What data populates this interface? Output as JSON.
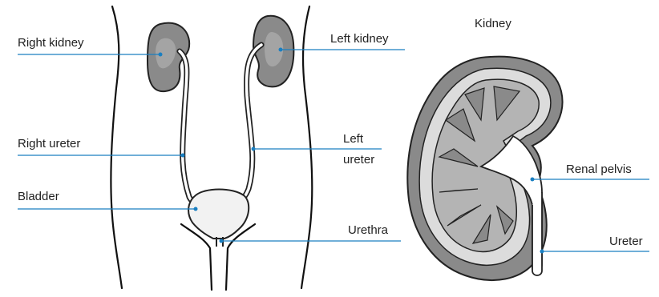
{
  "colors": {
    "leader_line": "#1a7fc1",
    "outline": "#222222",
    "kidney_dark": "#8a8a8a",
    "kidney_mid": "#b4b4b4",
    "kidney_light": "#dcdcdc",
    "bladder_fill": "#f2f2f2",
    "body_outline": "#111111"
  },
  "labels": {
    "right_kidney": "Right kidney",
    "left_kidney": "Left kidney",
    "right_ureter": "Right ureter",
    "left_ureter_line1": "Left",
    "left_ureter_line2": "ureter",
    "bladder": "Bladder",
    "urethra": "Urethra",
    "kidney_title": "Kidney",
    "renal_pelvis": "Renal pelvis",
    "ureter": "Ureter"
  },
  "icons": [
    "kidney-cross-section",
    "urinary-system-body"
  ]
}
